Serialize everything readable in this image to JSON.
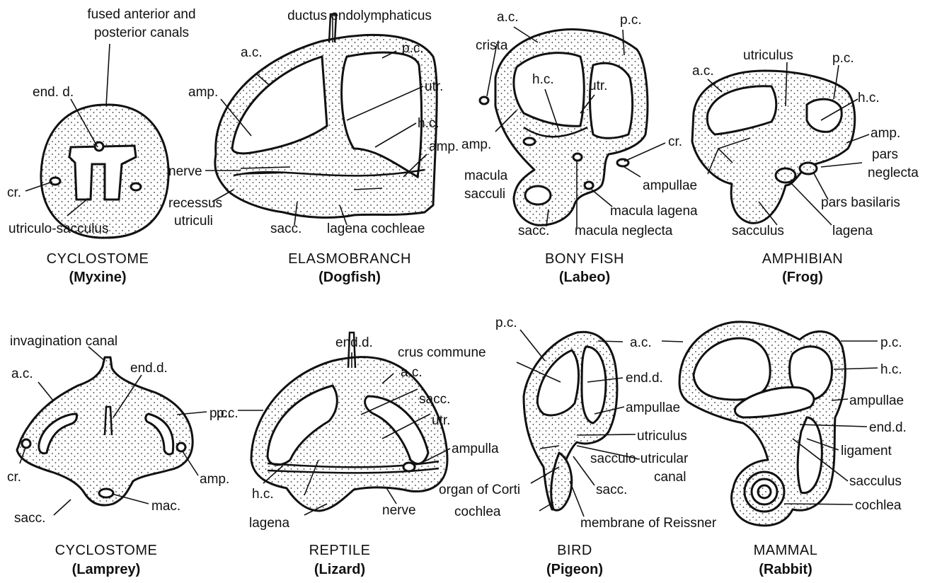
{
  "panels": {
    "myxine": {
      "caption": "CYCLOSTOME",
      "species": "(Myxine)",
      "labels": {
        "fused_l1": "fused anterior and",
        "fused_l2": "posterior canals",
        "end_d": "end. d.",
        "cr": "cr.",
        "utriculo_sacculus": "utriculo-sacculus"
      }
    },
    "dogfish": {
      "caption": "ELASMOBRANCH",
      "species": "(Dogfish)",
      "labels": {
        "ductus": "ductus endolymphaticus",
        "ac": "a.c.",
        "pc": "p.c.",
        "amp1": "amp.",
        "utr": "utr.",
        "hc": "h.c.",
        "amp2": "amp.",
        "nerve": "nerve",
        "recessus_l1": "recessus",
        "recessus_l2": "utriculi",
        "sacc": "sacc.",
        "lagena": "lagena cochleae"
      }
    },
    "labeo": {
      "caption": "BONY FISH",
      "species": "(Labeo)",
      "labels": {
        "ac": "a.c.",
        "pc": "p.c.",
        "crista": "crista",
        "hc": "h.c.",
        "utr": "utr.",
        "amp": "amp.",
        "cr": "cr.",
        "macula_sacculi_l1": "macula",
        "macula_sacculi_l2": "sacculi",
        "ampullae": "ampullae",
        "macula_lagena": "macula lagena",
        "sacc": "sacc.",
        "macula_neglecta": "macula neglecta"
      }
    },
    "frog": {
      "caption": "AMPHIBIAN",
      "species": "(Frog)",
      "labels": {
        "ac": "a.c.",
        "utriculus": "utriculus",
        "pc": "p.c.",
        "hc": "h.c.",
        "amp": "amp.",
        "pars_neglecta_l1": "pars",
        "pars_neglecta_l2": "neglecta",
        "pars_basilaris": "pars basilaris",
        "sacculus": "sacculus",
        "lagena": "lagena"
      }
    },
    "lamprey": {
      "caption": "CYCLOSTOME",
      "species": "(Lamprey)",
      "labels": {
        "invagination": "invagination canal",
        "ac": "a.c.",
        "end_d": "end.d.",
        "pc": "p.c.",
        "cr": "cr.",
        "amp": "amp.",
        "sacc": "sacc.",
        "mac": "mac."
      }
    },
    "lizard": {
      "caption": "REPTILE",
      "species": "(Lizard)",
      "labels": {
        "end_d": "end.d.",
        "ac": "a.c.",
        "sacc": "sacc.",
        "pc": "p.c.",
        "utr": "utr.",
        "ampulla": "ampulla",
        "hc": "h.c.",
        "nerve": "nerve",
        "lagena": "lagena"
      }
    },
    "pigeon": {
      "caption": "BIRD",
      "species": "(Pigeon)",
      "labels": {
        "pc": "p.c.",
        "crus": "crus commune",
        "end_d": "end.d.",
        "ampullae": "ampullae",
        "utriculus": "utriculus",
        "sacculo_l1": "sacculo-utricular",
        "sacculo_l2": "canal",
        "organ": "organ of Corti",
        "sacc": "sacc.",
        "cochlea": "cochlea",
        "reissner": "membrane of Reissner"
      }
    },
    "rabbit": {
      "caption": "MAMMAL",
      "species": "(Rabbit)",
      "labels": {
        "ac": "a.c.",
        "pc": "p.c.",
        "hc": "h.c.",
        "ampullae": "ampullae",
        "end_d": "end.d.",
        "ligament": "ligament",
        "sacculus": "sacculus",
        "cochlea": "cochlea"
      }
    }
  }
}
